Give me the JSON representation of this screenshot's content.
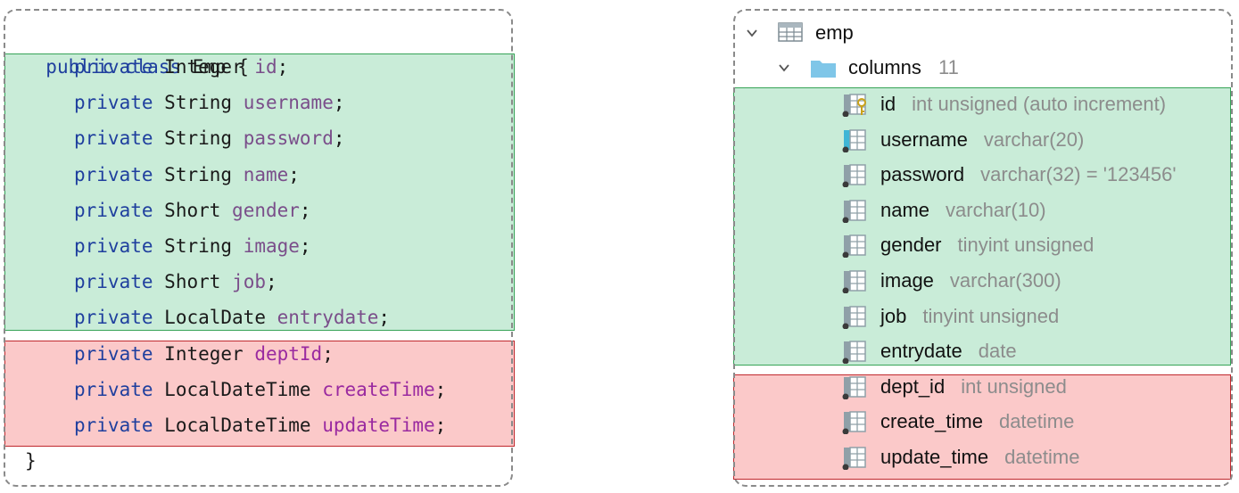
{
  "code": {
    "header": {
      "kw": "public class",
      "name": "Emp",
      "brace": "{"
    },
    "footer": "}",
    "fields": [
      {
        "kw": "private",
        "type": "Integer",
        "name": "id",
        "end": ";"
      },
      {
        "kw": "private",
        "type": "String",
        "name": "username",
        "end": ";"
      },
      {
        "kw": "private",
        "type": "String",
        "name": "password",
        "end": ";"
      },
      {
        "kw": "private",
        "type": "String",
        "name": "name",
        "end": ";"
      },
      {
        "kw": "private",
        "type": "Short",
        "name": "gender",
        "end": ";"
      },
      {
        "kw": "private",
        "type": "String",
        "name": "image",
        "end": ";"
      },
      {
        "kw": "private",
        "type": "Short",
        "name": "job",
        "end": ";"
      },
      {
        "kw": "private",
        "type": "LocalDate",
        "name": "entrydate",
        "end": ";"
      },
      {
        "kw": "private",
        "type": "Integer",
        "name": "deptId",
        "end": ";"
      },
      {
        "kw": "private",
        "type": "LocalDateTime",
        "name": "createTime",
        "end": ";"
      },
      {
        "kw": "private",
        "type": "LocalDateTime",
        "name": "updateTime",
        "end": ";"
      }
    ]
  },
  "tree": {
    "table_name": "emp",
    "folder_name": "columns",
    "folder_count": "11",
    "columns": [
      {
        "name": "id",
        "type": "int unsigned (auto increment)",
        "icon": "primary-key-column-icon"
      },
      {
        "name": "username",
        "type": "varchar(20)",
        "icon": "unique-column-icon"
      },
      {
        "name": "password",
        "type": "varchar(32) = '123456'",
        "icon": "column-icon"
      },
      {
        "name": "name",
        "type": "varchar(10)",
        "icon": "column-icon"
      },
      {
        "name": "gender",
        "type": "tinyint unsigned",
        "icon": "column-icon"
      },
      {
        "name": "image",
        "type": "varchar(300)",
        "icon": "column-icon"
      },
      {
        "name": "job",
        "type": "tinyint unsigned",
        "icon": "column-icon"
      },
      {
        "name": "entrydate",
        "type": "date",
        "icon": "column-icon"
      },
      {
        "name": "dept_id",
        "type": "int unsigned",
        "icon": "column-icon"
      },
      {
        "name": "create_time",
        "type": "datetime",
        "icon": "column-icon"
      },
      {
        "name": "update_time",
        "type": "datetime",
        "icon": "column-icon"
      }
    ]
  },
  "colors": {
    "match": "#c9ecd8",
    "mismatch": "#fbc9c9",
    "keyword": "#1f3f9e",
    "field": "#7a4e8a"
  }
}
